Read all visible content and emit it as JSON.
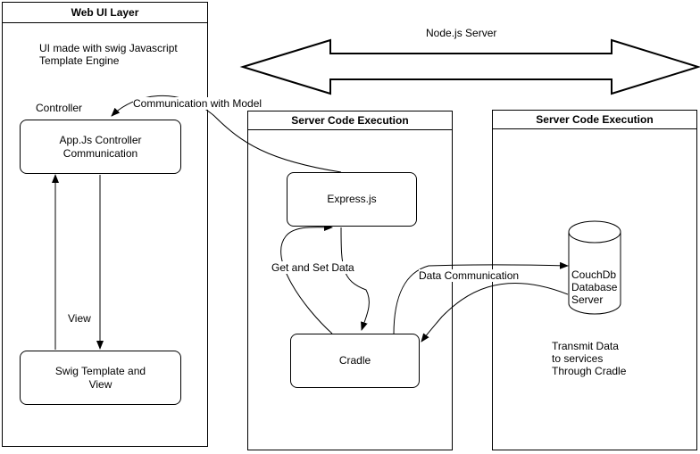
{
  "panels": {
    "web_ui": {
      "title": "Web UI Layer"
    },
    "server1": {
      "title": "Server Code Execution"
    },
    "server2": {
      "title": "Server Code Execution"
    }
  },
  "labels": {
    "ui_description": "UI made with swig Javascript\nTemplate Engine",
    "controller": "Controller",
    "node_server": "Node.js Server",
    "communication_with_model": "Communication with Model",
    "view": "View",
    "get_and_set_data": "Get and Set Data",
    "data_communication": "Data Communication",
    "transmit_data": "Transmit Data\nto services\nThrough Cradle"
  },
  "nodes": {
    "appjs_controller": "App.Js Controller\nCommunication",
    "swig_template": "Swig Template and\nView",
    "expressjs": "Express.js",
    "cradle": "Cradle",
    "couchdb": "CouchDb\nDatabase\nServer"
  }
}
